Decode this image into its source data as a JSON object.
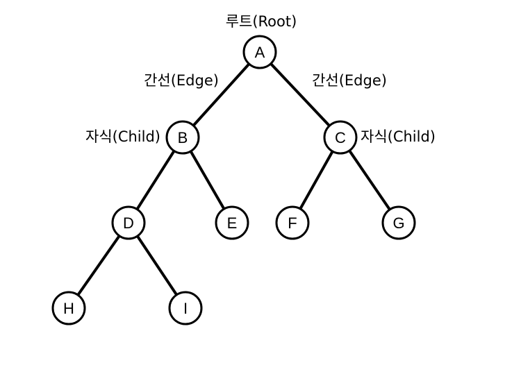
{
  "diagram": {
    "nodes": {
      "A": "A",
      "B": "B",
      "C": "C",
      "D": "D",
      "E": "E",
      "F": "F",
      "G": "G",
      "H": "H",
      "I": "I"
    },
    "labels": {
      "root": "루트(Root)",
      "edge_left": "간선(Edge)",
      "edge_right": "간선(Edge)",
      "child_left": "자식(Child)",
      "child_right": "자식(Child)"
    },
    "edges": [
      [
        "A",
        "B"
      ],
      [
        "A",
        "C"
      ],
      [
        "B",
        "D"
      ],
      [
        "B",
        "E"
      ],
      [
        "C",
        "F"
      ],
      [
        "C",
        "G"
      ],
      [
        "D",
        "H"
      ],
      [
        "D",
        "I"
      ]
    ]
  }
}
